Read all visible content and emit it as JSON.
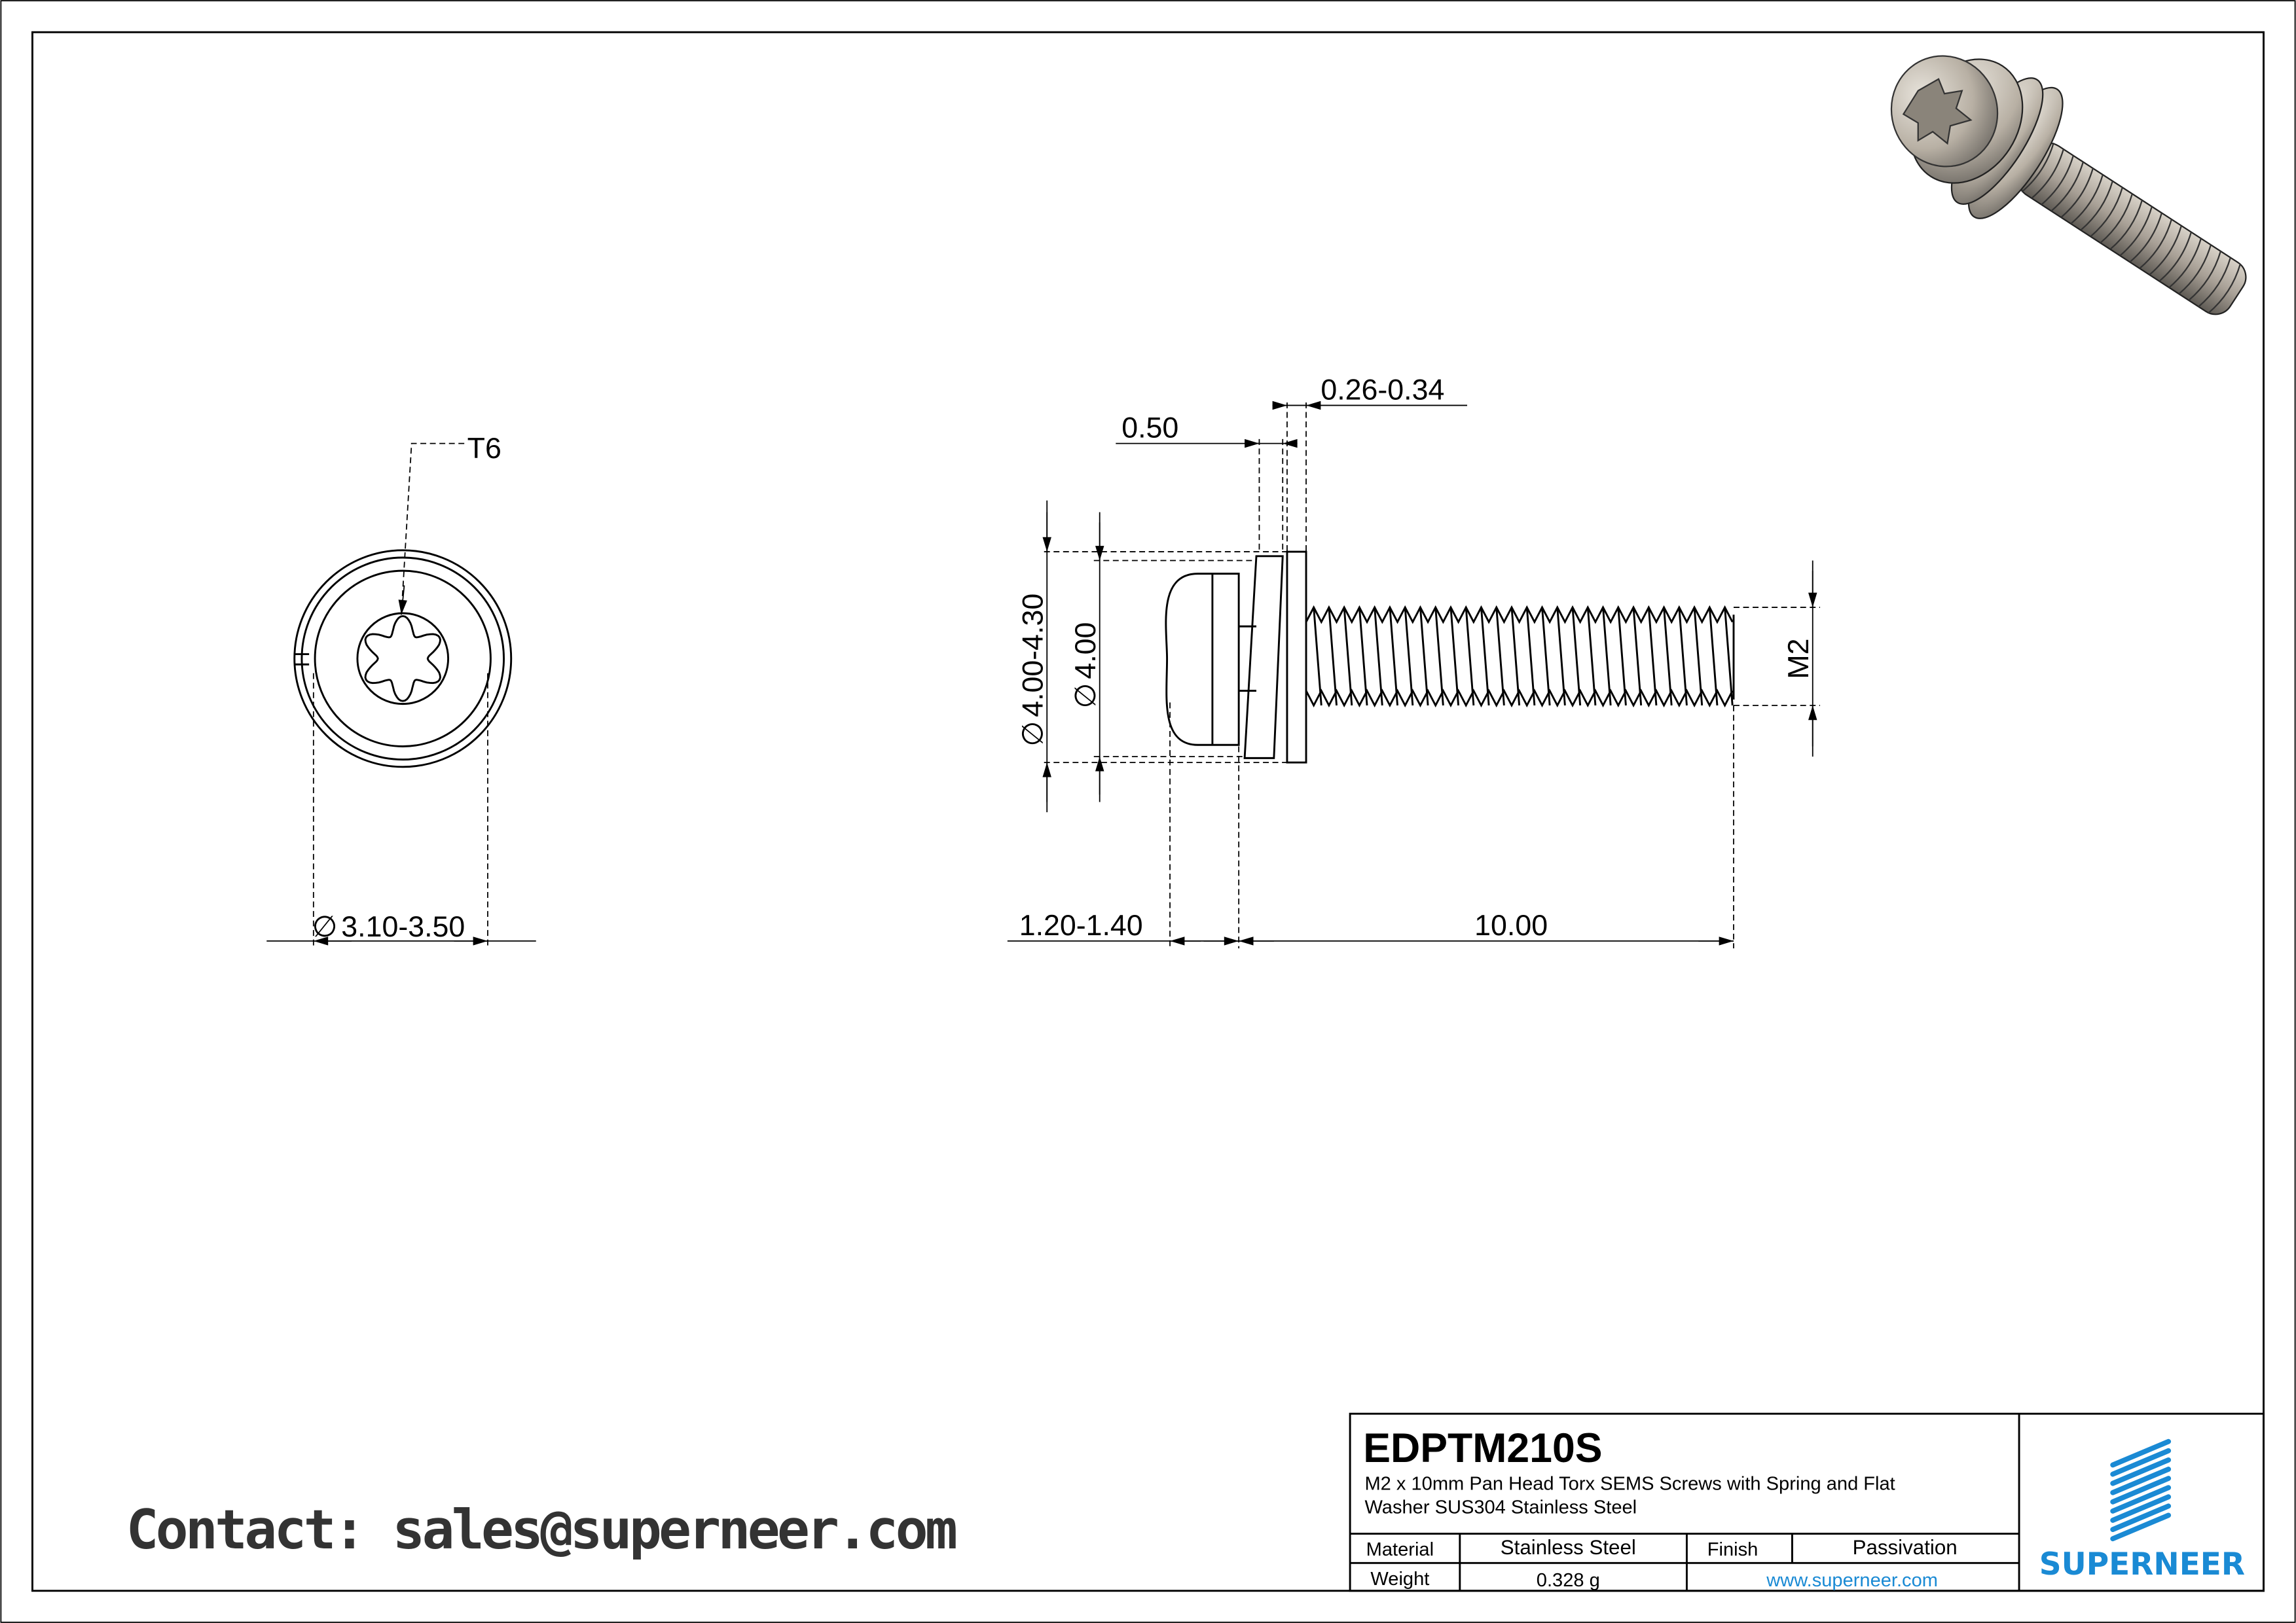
{
  "drawing": {
    "part_number": "EDPTM210S",
    "description_line1": "M2 x 10mm Pan Head Torx SEMS Screws with Spring and Flat",
    "description_line2": "Washer SUS304 Stainless Steel",
    "contact": "Contact: sales@superneer.com"
  },
  "title_block": {
    "material_label": "Material",
    "material_value": "Stainless Steel",
    "finish_label": "Finish",
    "finish_value": "Passivation",
    "weight_label": "Weight",
    "weight_value": "0.328 g",
    "website": "www.superneer.com",
    "brand": "SUPERNEER",
    "brand_color": "#1a8ad4"
  },
  "dimensions": {
    "diameter_symbol": "∅",
    "drive": "T6",
    "recess_diameter": "3.10-3.50",
    "spring_washer_thickness": "0.50",
    "flat_washer_thickness": "0.26-0.34",
    "washer_diameter": "4.00-4.30",
    "head_diameter": "4.00",
    "thread": "M2",
    "head_height": "1.20-1.40",
    "length": "10.00"
  }
}
